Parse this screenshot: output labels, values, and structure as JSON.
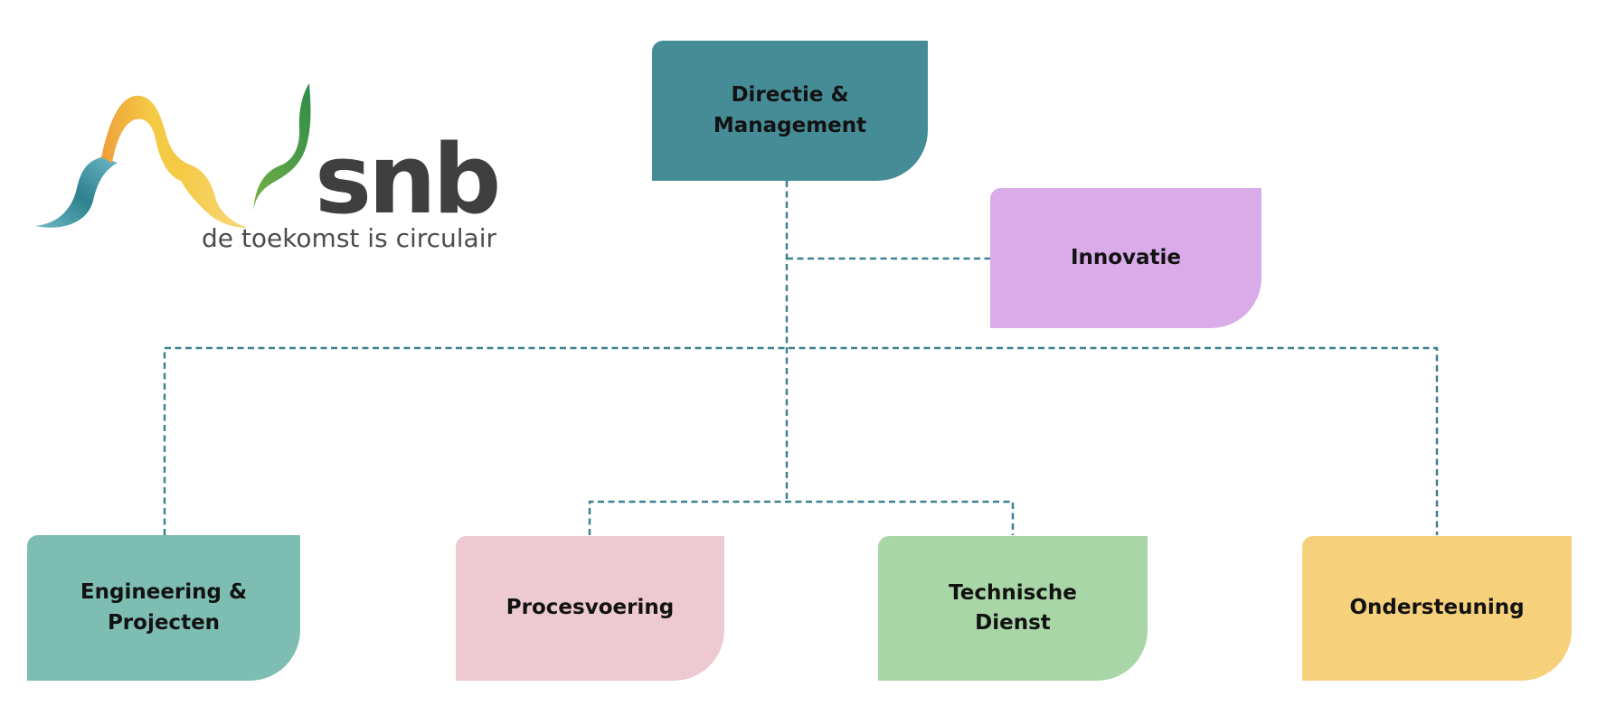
{
  "logo": {
    "brand": "snb",
    "tagline": "de toekomst is circulair",
    "brand_color": "#3F3F3F",
    "tagline_color": "#4C4C4C",
    "mark_colors": {
      "light_blue": "#6FB9C6",
      "teal": "#2E818F",
      "orange": "#EE9F3B",
      "yellow": "#F4C944",
      "light_yellow": "#F8D87E",
      "green": "#2F8C49",
      "light_green": "#74B146"
    }
  },
  "org_chart": {
    "connector_color": "#3E8191",
    "connector_style": "dashed",
    "node_text_color": "#121212",
    "nodes": [
      {
        "label": "Directie & Management",
        "fill": "#468C97",
        "role": "root"
      },
      {
        "label": "Innovatie",
        "fill": "#D9ABE8",
        "role": "staff"
      },
      {
        "label": "Engineering & Projecten",
        "fill": "#7DBDB2",
        "role": "child"
      },
      {
        "label": "Procesvoering",
        "fill": "#EDC9D1",
        "role": "child"
      },
      {
        "label": "Technische Dienst",
        "fill": "#A9D6A7",
        "role": "child"
      },
      {
        "label": "Ondersteuning",
        "fill": "#F6D07A",
        "role": "child"
      }
    ],
    "edges": [
      {
        "from": "Directie & Management",
        "to": "Innovatie"
      },
      {
        "from": "Directie & Management",
        "to": "Engineering & Projecten"
      },
      {
        "from": "Directie & Management",
        "to": "Procesvoering"
      },
      {
        "from": "Directie & Management",
        "to": "Technische Dienst"
      },
      {
        "from": "Directie & Management",
        "to": "Ondersteuning"
      }
    ]
  }
}
